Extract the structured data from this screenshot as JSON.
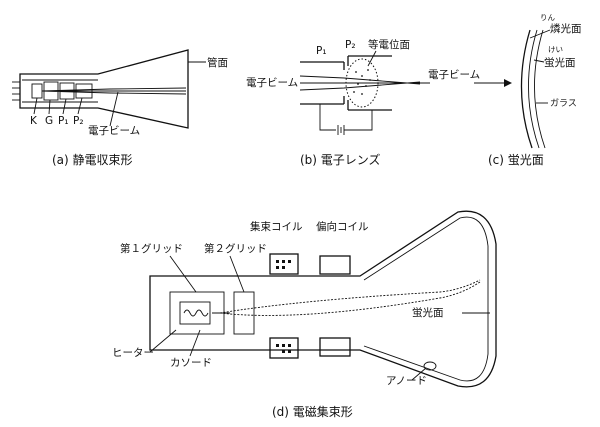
{
  "panel_a": {
    "caption": "(a) 静電収束形",
    "tube_surface": "管面",
    "electron_beam": "電子ビーム",
    "electrode_k": "K",
    "electrode_g": "G",
    "electrode_p1": "P₁",
    "electrode_p2": "P₂"
  },
  "panel_b": {
    "caption": "(b) 電子レンズ",
    "electrode_p1": "P₁",
    "electrode_p2": "P₂",
    "equipotential_surface": "等電位面",
    "electron_beam_left": "電子ビーム",
    "electron_beam_right": "電子ビーム"
  },
  "panel_c": {
    "caption": "(c) 蛍光面",
    "phosphate_reading": "りん",
    "phosphate": "燐光面",
    "fluorescent_reading": "けい",
    "fluorescent": "蛍光面",
    "glass": "ガラス"
  },
  "panel_d": {
    "caption": "(d) 電磁集束形",
    "focus_coil": "集束コイル",
    "deflection_coil": "偏向コイル",
    "grid1": "第１グリッド",
    "grid2": "第２グリッド",
    "fluorescent_screen": "蛍光面",
    "heater": "ヒーター",
    "cathode": "カソード",
    "anode": "アノード"
  }
}
